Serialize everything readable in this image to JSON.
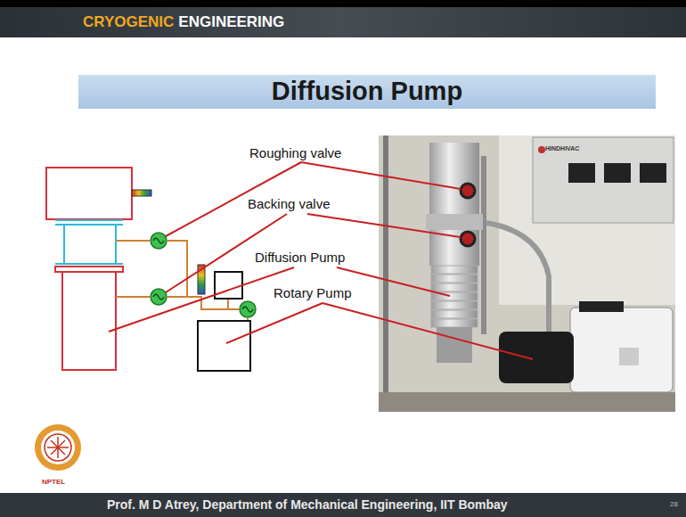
{
  "diagram": {
    "title": "Diffusion Pump",
    "labels": [
      "CRYOGENIC",
      "ENGINEERING",
      "Roughing valve",
      "Backing valve",
      "Diffusion Pump",
      "Rotary Pump",
      "HINDHIVAC",
      "NPTEL",
      "Prof. M D Atrey, Department of Mechanical Engineering, IIT Bombay",
      "28"
    ]
  }
}
